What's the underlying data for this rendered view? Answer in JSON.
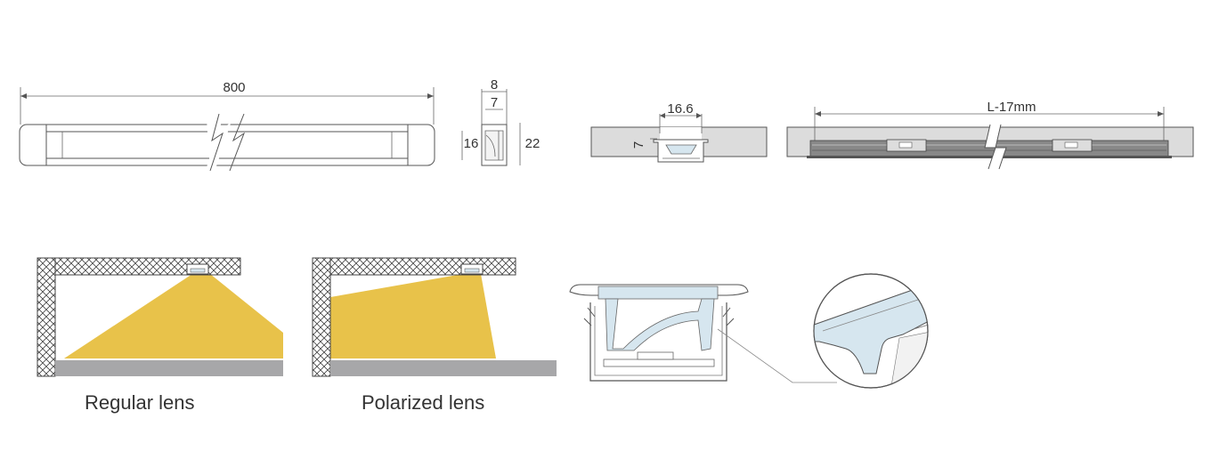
{
  "dimensions": {
    "length": "800",
    "width_outer": "8",
    "width_inner": "7",
    "height_inner": "16",
    "height_outer": "22",
    "cutout_width": "16.6",
    "cutout_depth": "7",
    "cut_length": "L-17mm"
  },
  "captions": {
    "regular": "Regular lens",
    "polarized": "Polarized lens"
  },
  "colors": {
    "light_beam": "#e8c24a",
    "floor": "#a7a7a9",
    "board": "#dcdcdc",
    "lens": "#d6e6ef"
  }
}
